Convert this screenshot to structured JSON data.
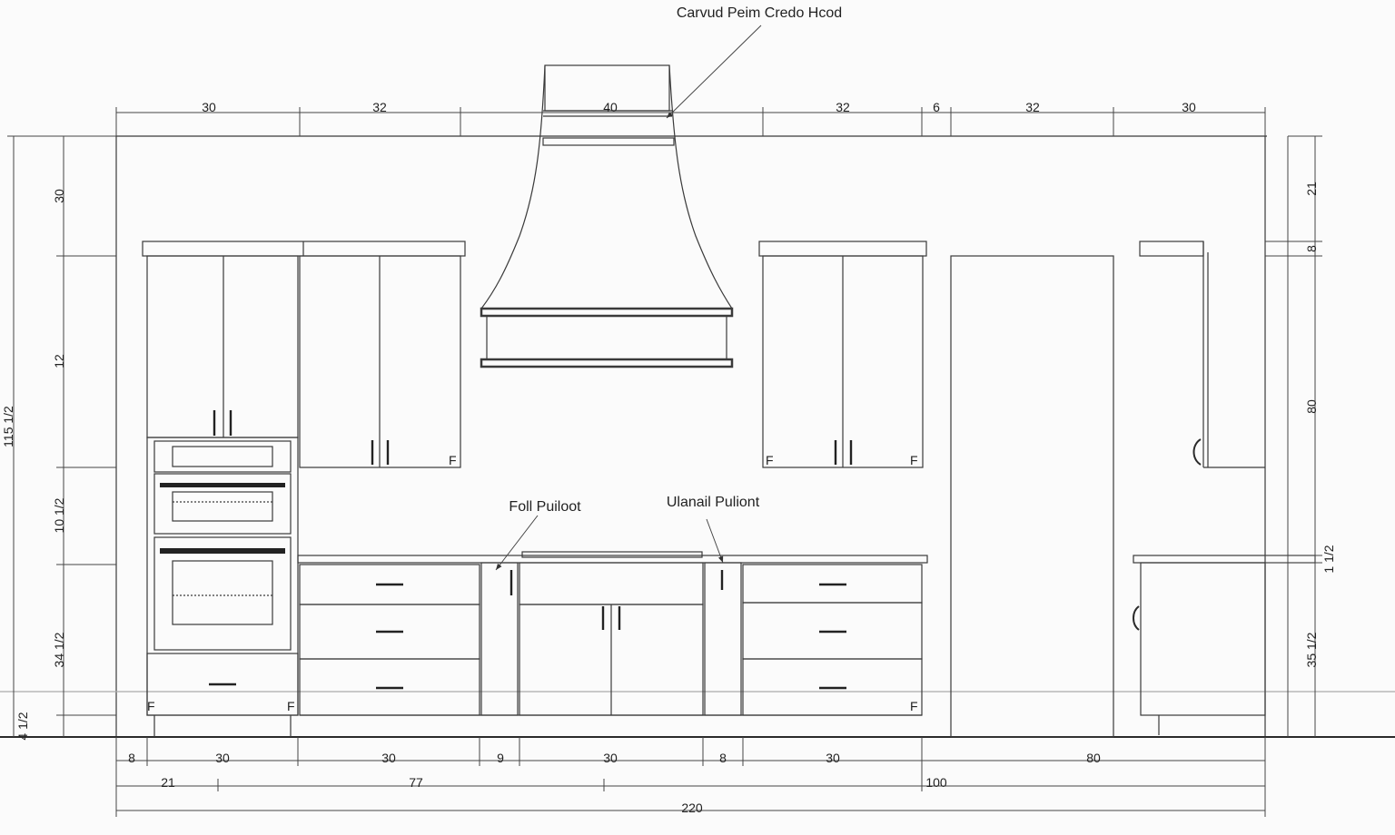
{
  "annotations": {
    "hood": "Carvud Peim Credo Hcod",
    "left_pullout": "Foll Puiloot",
    "right_pullout": "Ulanail Puliont"
  },
  "top_dimensions": [
    "30",
    "32",
    "40",
    "32",
    "6",
    "32",
    "30"
  ],
  "bottom_dimensions": {
    "row1": [
      "8",
      "30",
      "30",
      "9",
      "30",
      "8",
      "30",
      "80"
    ],
    "row2": [
      "21",
      "77",
      "100"
    ],
    "total": "220"
  },
  "left_dimensions": {
    "overall": "115 1/2",
    "segments": [
      "30",
      "12",
      "10 1/2",
      "34 1/2",
      "4 1/2"
    ]
  },
  "right_dimensions": [
    "21",
    "8",
    "80",
    "1 1/2",
    "35 1/2"
  ]
}
